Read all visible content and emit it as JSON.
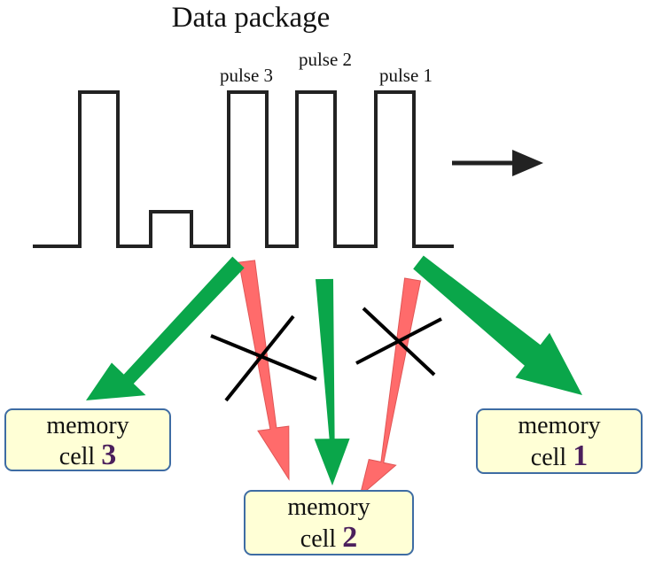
{
  "title": "Data package",
  "pulses": [
    {
      "label": "pulse 3"
    },
    {
      "label": "pulse 2"
    },
    {
      "label": "pulse 1"
    }
  ],
  "memory_cells": [
    {
      "label": "memory",
      "prefix": "cell",
      "number": "3"
    },
    {
      "label": "memory",
      "prefix": "cell",
      "number": "2"
    },
    {
      "label": "memory",
      "prefix": "cell",
      "number": "1"
    }
  ],
  "colors": {
    "signal": "#222222",
    "correct_arrow": "#0aa64a",
    "wrong_arrow": "#ff6b6b",
    "cross": "#000000",
    "cell_fill": "#ffffd6",
    "cell_border": "#3e6ca3",
    "cell_number": "#4b1f5c"
  }
}
